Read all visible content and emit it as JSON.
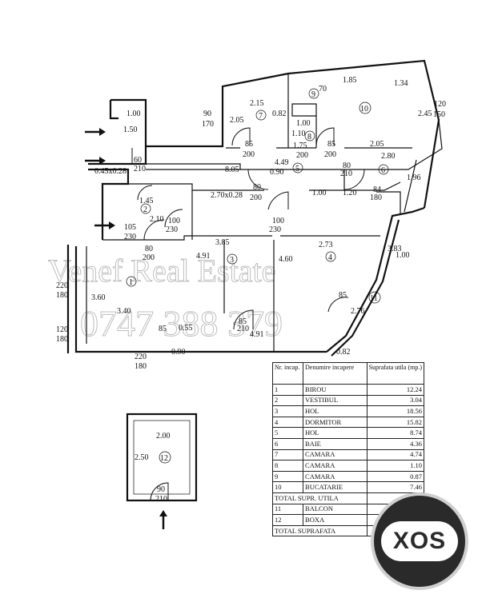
{
  "watermark": {
    "line1": "Venef Real Estate",
    "line2": "0747 388 379"
  },
  "badge": {
    "text": "XOS"
  },
  "room_numbers": [
    "1",
    "2",
    "3",
    "4",
    "5",
    "6",
    "7",
    "8",
    "9",
    "10",
    "11",
    "12"
  ],
  "dimensions": {
    "d1_00": "1.00",
    "d1_50": "1.50",
    "d60": "60",
    "d210": "210",
    "d045": "0.45x0.28",
    "d90": "90",
    "d170": "170",
    "d2_15": "2.15",
    "d2_05a": "2.05",
    "d0_82a": "0.82",
    "d1_85": "1.85",
    "d1_34": "1.34",
    "d0_70": "70",
    "d1_00b": "1.00",
    "d1_10": "1.10",
    "d2_45": "2.45",
    "d120": "120",
    "d150": "150",
    "d85a": "85",
    "d200a": "200",
    "d1_75": "1.75",
    "d200b": "200",
    "d85b": "85",
    "d200c": "200",
    "d2_05b": "2.05",
    "d8_05": "8.05",
    "d4_49": "4.49",
    "d0_90a": "0.90",
    "d80a": "80",
    "d210b": "210",
    "d2_80": "2.80",
    "d1_96": "1.96",
    "d1_45": "1.45",
    "d2_70": "2.70x0.28",
    "d80b": "80",
    "d200d": "200",
    "d1_00c": "1.00",
    "d1_20": "1.20",
    "d84": "84",
    "d180a": "180",
    "d2_10": "2.10",
    "d100a": "100",
    "d230a": "230",
    "d100b": "100",
    "d230b": "230",
    "d105": "105",
    "d230c": "230",
    "d3_85": "3.85",
    "d2_73": "2.73",
    "d80c": "80",
    "d200e": "200",
    "d4_91a": "4.91",
    "d4_60": "4.60",
    "d3_83": "3.83",
    "d1_00d": "1.00",
    "d220a": "220",
    "d180b": "180",
    "d3_60": "3.60",
    "d3_40": "3.40",
    "d85c": "85",
    "d2_76": "2.76",
    "d120b": "120",
    "d180c": "180",
    "d85d": "85",
    "d0_55": "0.55",
    "d85e": "85",
    "d210c": "210",
    "d4_91b": "4.91",
    "d220b": "220",
    "d180d": "180",
    "d0_90b": "0.90",
    "d0_82b": "0.82",
    "d2_00": "2.00",
    "d2_50": "2.50",
    "d90b": "90",
    "d210d": "210"
  },
  "legend": {
    "head_nr": "Nr. incap.",
    "head_name": "Denumire incapere",
    "head_area": "Suprafata utila (mp.)",
    "rows": [
      {
        "nr": "1",
        "name": "BIROU",
        "area": "12.24"
      },
      {
        "nr": "2",
        "name": "VESTIBUL",
        "area": "3.04"
      },
      {
        "nr": "3",
        "name": "HOL",
        "area": "18.56"
      },
      {
        "nr": "4",
        "name": "DORMITOR",
        "area": "15.82"
      },
      {
        "nr": "5",
        "name": "HOL",
        "area": "8.74"
      },
      {
        "nr": "6",
        "name": "BAIE",
        "area": "4.36"
      },
      {
        "nr": "7",
        "name": "CAMARA",
        "area": "4.74"
      },
      {
        "nr": "8",
        "name": "CAMARA",
        "area": "1.10"
      },
      {
        "nr": "9",
        "name": "CAMARA",
        "area": "0.87"
      },
      {
        "nr": "10",
        "name": "BUCATARIE",
        "area": "7.46"
      }
    ],
    "total_util": "TOTAL SUPR. UTILA",
    "extra_rows": [
      {
        "nr": "11",
        "name": "BALCON"
      },
      {
        "nr": "12",
        "name": "BOXA"
      }
    ],
    "total": "TOTAL SUPRAFATA"
  }
}
